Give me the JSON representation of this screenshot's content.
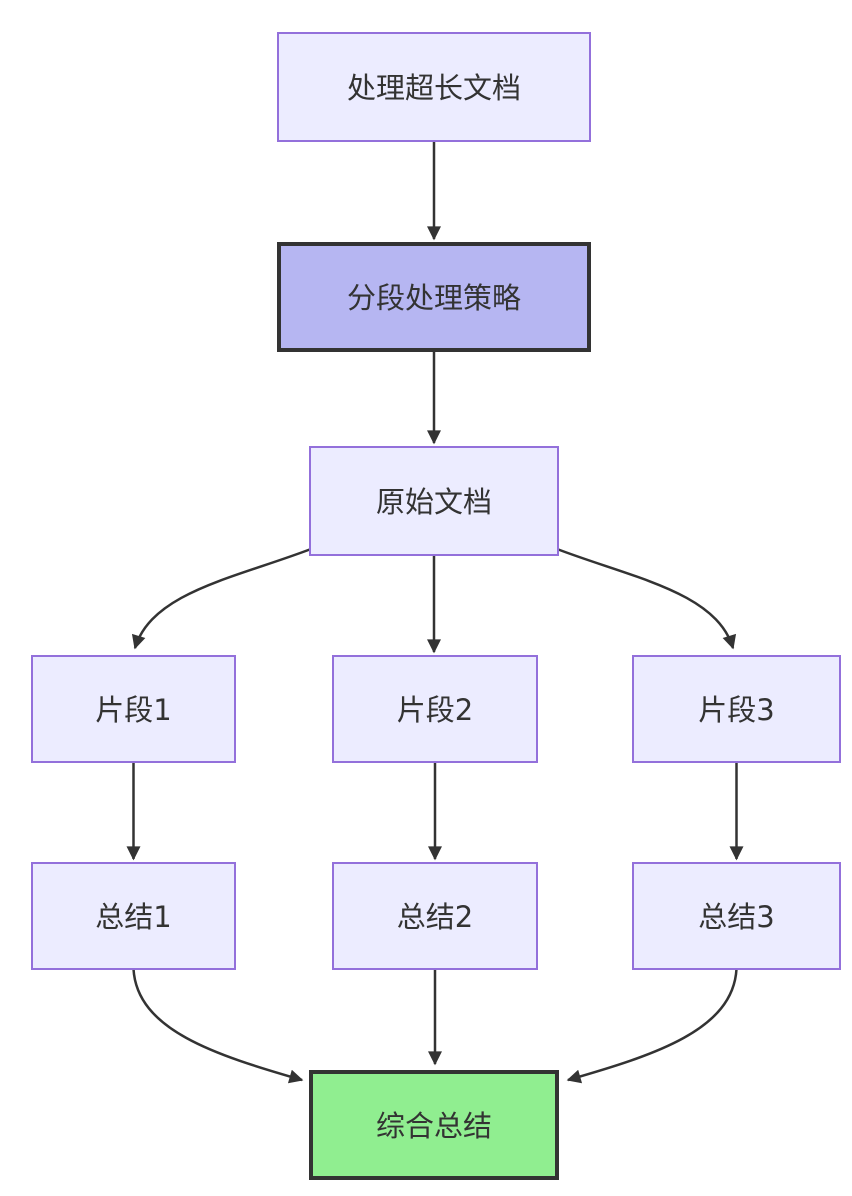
{
  "diagram": {
    "type": "flowchart",
    "direction": "top-down",
    "colors": {
      "background": "#ffffff",
      "node_fill": "#ECECFF",
      "node_border": "#9370DB",
      "highlight_fill": "#B6B6F2",
      "highlight_border": "#333333",
      "success_fill": "#90EE90",
      "success_border": "#333333",
      "edge": "#333333",
      "text": "#333333"
    },
    "nodes": [
      {
        "id": "A",
        "label": "处理超长文档",
        "style": "default"
      },
      {
        "id": "B",
        "label": "分段处理策略",
        "style": "highlight"
      },
      {
        "id": "C",
        "label": "原始文档",
        "style": "default"
      },
      {
        "id": "D1",
        "label": "片段1",
        "style": "default"
      },
      {
        "id": "D2",
        "label": "片段2",
        "style": "default"
      },
      {
        "id": "D3",
        "label": "片段3",
        "style": "default"
      },
      {
        "id": "E1",
        "label": "总结1",
        "style": "default"
      },
      {
        "id": "E2",
        "label": "总结2",
        "style": "default"
      },
      {
        "id": "E3",
        "label": "总结3",
        "style": "default"
      },
      {
        "id": "F",
        "label": "综合总结",
        "style": "success"
      }
    ],
    "edges": [
      {
        "from": "处理超长文档",
        "to": "分段处理策略"
      },
      {
        "from": "分段处理策略",
        "to": "原始文档"
      },
      {
        "from": "原始文档",
        "to": "片段1"
      },
      {
        "from": "原始文档",
        "to": "片段2"
      },
      {
        "from": "原始文档",
        "to": "片段3"
      },
      {
        "from": "片段1",
        "to": "总结1"
      },
      {
        "from": "片段2",
        "to": "总结2"
      },
      {
        "from": "片段3",
        "to": "总结3"
      },
      {
        "from": "总结1",
        "to": "综合总结"
      },
      {
        "from": "总结2",
        "to": "综合总结"
      },
      {
        "from": "总结3",
        "to": "综合总结"
      }
    ]
  }
}
